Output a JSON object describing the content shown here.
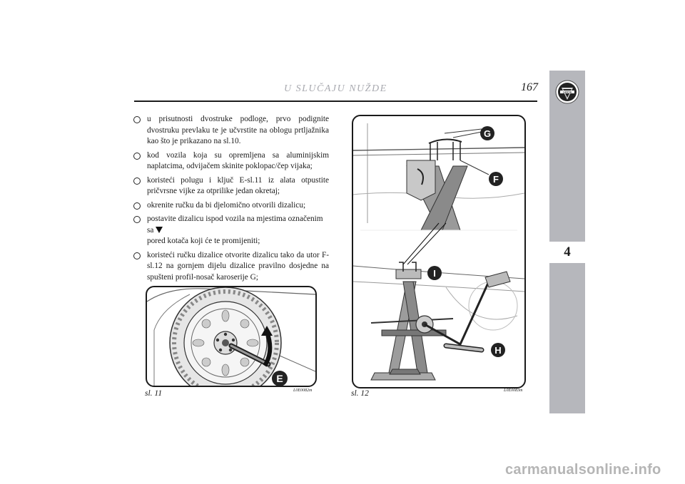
{
  "header": {
    "title": "U SLUČAJU NUŽDE",
    "page_number": "167"
  },
  "sidebar": {
    "chapter_number": "4",
    "logo_text": "LANCIA"
  },
  "list": {
    "items": [
      "u prisutnosti dvostruke podloge, prvo podignite dvostruku prevlaku te je učvrstite na oblogu prtljažnika kao što je prikazano na sl.10.",
      "kod vozila koja su opremljena sa aluminijskim naplatcima, odvijačem skinite poklopac/čep vijaka;",
      "koristeći polugu i ključ E-sl.11 iz alata otpustite pričvrsne vijke za otprilike jedan okretaj;",
      "okrenite ručku da bi djelomično otvorili dizalicu;",
      "postavite dizalicu ispod vozila na mjestima označenim sa",
      "koristeći ručku dizalice otvorite dizalicu tako da utor F-sl.12 na gornjem dijelu dizalice pravilno dosjedne na spušteni profil-nosač karoserije G;"
    ],
    "item5_continuation": "pored kotača koji će te promijeniti;"
  },
  "figures": {
    "fig11": {
      "caption": "sl. 11",
      "code": "L0E0082m",
      "label_e": "E"
    },
    "fig12": {
      "caption": "sl. 12",
      "code": "L0E0083m",
      "label_g": "G",
      "label_f": "F",
      "label_i": "I",
      "label_h": "H"
    }
  },
  "watermark": "carmanualsonline.info"
}
